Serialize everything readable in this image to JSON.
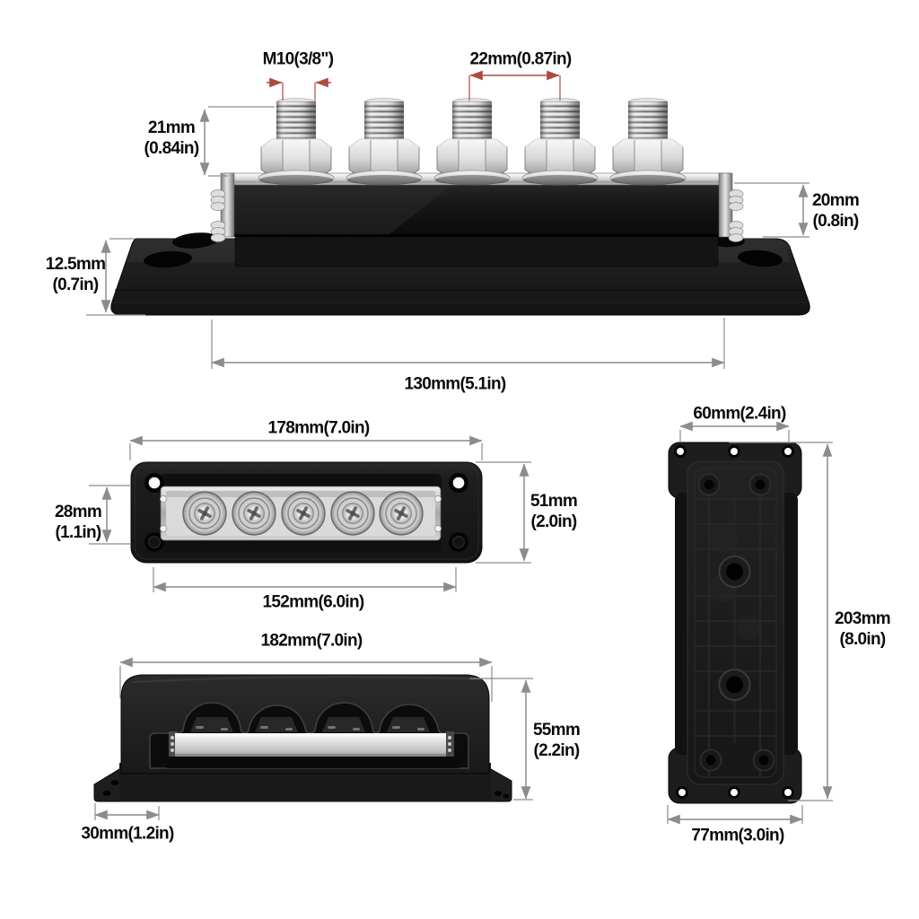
{
  "title": "Bus bar product dimension diagram",
  "colors": {
    "background": "#ffffff",
    "dimension_line": "#8c8c8c",
    "dimension_accent_red": "#ad4b40",
    "label_text": "#0b0b0b",
    "product_black": "#1d1d1d",
    "product_silver": "#d9d9d9"
  },
  "views": {
    "side_view": {
      "name": "side view with terminal studs",
      "dims": {
        "stud_thread": "M10(3/8\")",
        "stud_pitch": "22mm(0.87in)",
        "stud_height": "21mm\n(0.84in)",
        "base_height": "12.5mm\n(0.7in)",
        "busbar_height": "20mm\n(0.8in)",
        "mounting_span": "130mm(5.1in)"
      }
    },
    "top_view": {
      "name": "top view",
      "dims": {
        "overall_width": "178mm(7.0in)",
        "strip_height": "28mm\n(1.1in)",
        "overall_height": "51mm\n(2.0in)",
        "hole_spacing": "152mm(6.0in)"
      }
    },
    "front_view": {
      "name": "front view with cover",
      "dims": {
        "cover_width": "182mm(7.0in)",
        "cover_height": "55mm\n(2.2in)",
        "foot_width": "30mm(1.2in)"
      }
    },
    "bottom_view": {
      "name": "bottom view",
      "dims": {
        "hole_spacing": "60mm(2.4in)",
        "overall_length": "203mm\n(8.0in)",
        "flange_width": "77mm(3.0in)"
      }
    }
  }
}
